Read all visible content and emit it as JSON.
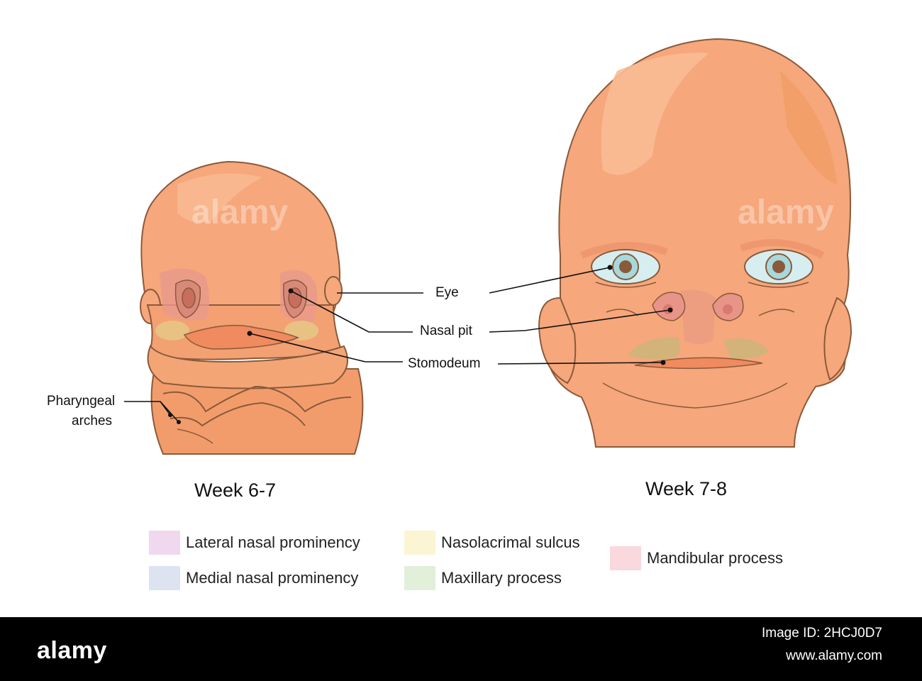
{
  "labels": {
    "eye": "Eye",
    "nasal_pit": "Nasal pit",
    "stomodeum": "Stomodeum",
    "pharyngeal_line1": "Pharyngeal",
    "pharyngeal_line2": "arches"
  },
  "captions": {
    "left": "Week 6-7",
    "right": "Week 7-8"
  },
  "legend": [
    {
      "label": "Lateral nasal prominency",
      "color": "#f0d9ee"
    },
    {
      "label": "Medial nasal prominency",
      "color": "#dde3f0"
    },
    {
      "label": "Nasolacrimal sulcus",
      "color": "#fbf5d3"
    },
    {
      "label": "Maxillary process",
      "color": "#e2efd9"
    },
    {
      "label": "Mandibular process",
      "color": "#f9d9de"
    }
  ],
  "colors": {
    "skin": "#f5a87a",
    "skin_light": "#f8bb92",
    "skin_dark": "#ef9a6b",
    "outline": "#8a5a3a",
    "eye_iris": "#a8d8dc",
    "eye_pupil": "#8a5a3a"
  },
  "watermark": "alamy",
  "footer": {
    "logo": "alamy",
    "image_id": "Image ID: 2HCJ0D7",
    "link": "www.alamy.com"
  }
}
